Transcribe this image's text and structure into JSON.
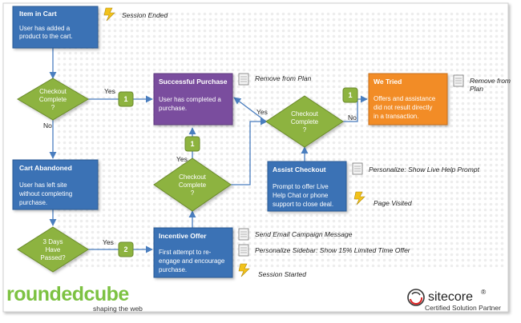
{
  "nodes": {
    "item_in_cart": {
      "title": "Item in Cart",
      "body": [
        "User has added a",
        "product to the cart."
      ]
    },
    "successful_purchase": {
      "title": "Successful Purchase",
      "body": [
        "User  has completed a",
        "purchase."
      ]
    },
    "we_tried": {
      "title": "We Tried",
      "body": [
        "Offers and assistance",
        "did not result directly",
        "in a transaction."
      ]
    },
    "cart_abandoned": {
      "title": "Cart Abandoned",
      "body": [
        "User has left site",
        "without completing",
        "purchase."
      ]
    },
    "assist_checkout": {
      "title": "Assist Checkout",
      "body": [
        "Prompt to offer Live",
        "Help Chat or phone",
        "support to close deal."
      ]
    },
    "incentive_offer": {
      "title": "Incentive Offer",
      "body": [
        "First attempt to re-",
        "engage and encourage",
        "purchase."
      ]
    }
  },
  "decisions": {
    "checkout1": [
      "Checkout",
      "Complete",
      "?"
    ],
    "checkout2": [
      "Checkout",
      "Complete",
      "?"
    ],
    "checkout3": [
      "Checkout",
      "Complete",
      "?"
    ],
    "three_days": [
      "3 Days",
      "Have",
      "Passed?"
    ]
  },
  "edges": {
    "yes1": "Yes",
    "no1": "No",
    "yes2": "Yes",
    "yes3": "Yes",
    "no3": "No",
    "yes4": "Yes"
  },
  "badges": {
    "b1": "1",
    "b2": "1",
    "b3": "1",
    "b4": "2"
  },
  "notes": {
    "session_ended": "Session Ended",
    "remove_from_plan_1": "Remove from Plan",
    "remove_from_plan_2": [
      "Remove from",
      "Plan"
    ],
    "personalize_live_help": "Personalize: Show Live Help Prompt",
    "page_visited": "Page Visited",
    "send_email": "Send Email Campaign Message",
    "personalize_sidebar": "Personalize Sidebar: Show 15% Limited Time Offer",
    "session_started": "Session Started"
  },
  "branding": {
    "roundedcube": "roundedcube",
    "roundedcube_tagline": "shaping the web",
    "sitecore": "sitecore",
    "sitecore_reg": "®",
    "sitecore_tagline": "Certified Solution Partner"
  },
  "colors": {
    "blue": "#3a72b5",
    "green": "#8db33f",
    "purple": "#7a4d9e",
    "orange": "#f28c28",
    "arrow": "#4a7ebf",
    "roundedcube_green": "#7dc242"
  }
}
